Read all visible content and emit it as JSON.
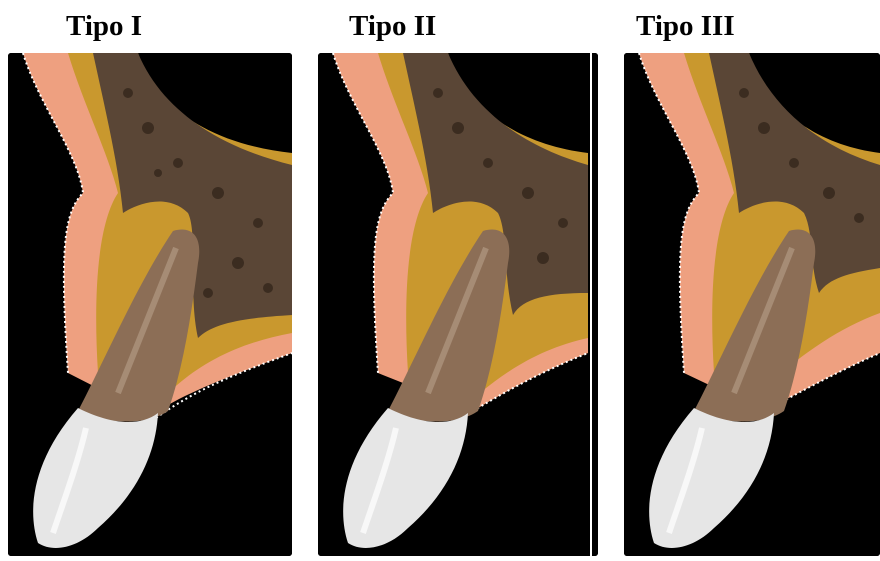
{
  "panels": [
    {
      "title": "Tipo I"
    },
    {
      "title": "Tipo II"
    },
    {
      "title": "Tipo III"
    }
  ],
  "colors": {
    "background": "#000000",
    "gingiva": "#eea080",
    "cortical_bone": "#c9982e",
    "trabecular_bone": "#5a4636",
    "root": "#8c6e56",
    "crown": "#e6e6e6"
  }
}
